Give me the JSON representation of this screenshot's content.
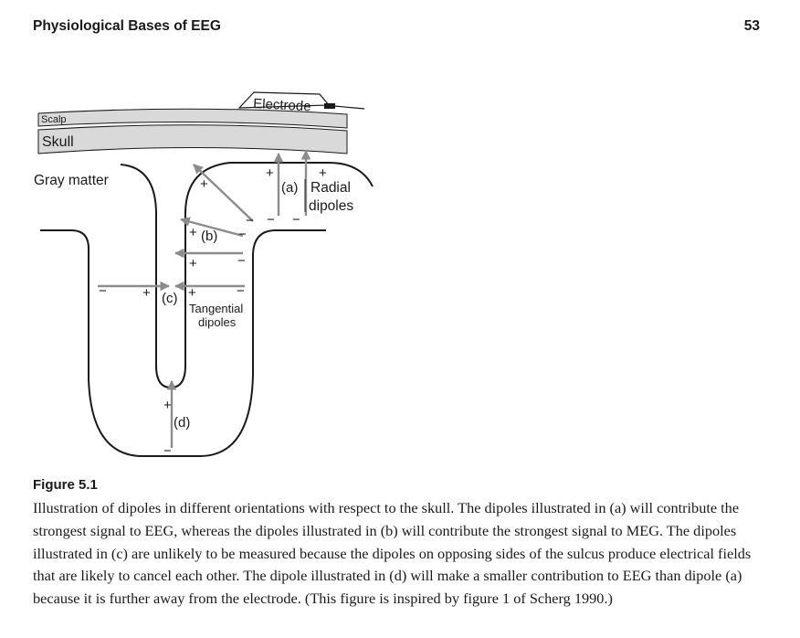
{
  "header": {
    "running_title": "Physiological Bases of EEG",
    "page_number": "53"
  },
  "figure": {
    "labels": {
      "electrode": "Electrode",
      "scalp": "Scalp",
      "skull": "Skull",
      "gray_matter": "Gray matter",
      "a": "(a)",
      "b": "(b)",
      "c": "(c)",
      "d": "(d)",
      "radial_line1": "Radial",
      "radial_line2": "dipoles",
      "tangential_line1": "Tangential",
      "tangential_line2": "dipoles",
      "plus": "+",
      "minus": "−"
    }
  },
  "caption": {
    "title": "Figure 5.1",
    "body": "Illustration of dipoles in different orientations with respect to the skull. The dipoles illustrated in (a) will contribute the strongest signal to EEG, whereas the dipoles illustrated in (b) will contribute the strongest signal to MEG. The dipoles illustrated in (c) are unlikely to be measured because the dipoles on opposing sides of the sulcus produce electrical fields that are likely to cancel each other. The dipole illustrated in (d) will make a smaller contribution to EEG than dipole (a) because it is further away from the electrode. (This figure is inspired by figure 1 of Scherg 1990.)"
  },
  "colors": {
    "arrow": "#8c8c8c",
    "layer_fill": "#d9d9d9",
    "outline": "#1a1a1a"
  }
}
